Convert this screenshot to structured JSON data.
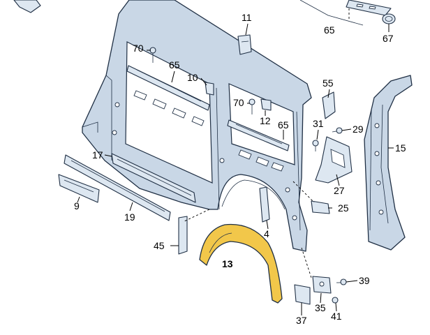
{
  "colors": {
    "part_fill": "#c9d7e6",
    "outline": "#1f2f44",
    "highlight_fill": "#f2c74a",
    "background": "#ffffff"
  },
  "callouts": {
    "p4": "4",
    "p9": "9",
    "p10": "10",
    "p11": "11",
    "p12": "12",
    "p13": "13",
    "p15": "15",
    "p17": "17",
    "p19": "19",
    "p25": "25",
    "p27": "27",
    "p29": "29",
    "p31": "31",
    "p35": "35",
    "p37": "37",
    "p39": "39",
    "p41": "41",
    "p45": "45",
    "p55": "55",
    "p65_top": "65",
    "p65_left": "65",
    "p65_mid": "65",
    "p67": "67",
    "p70_left": "70",
    "p70_mid": "70"
  },
  "highlighted_part": "13"
}
